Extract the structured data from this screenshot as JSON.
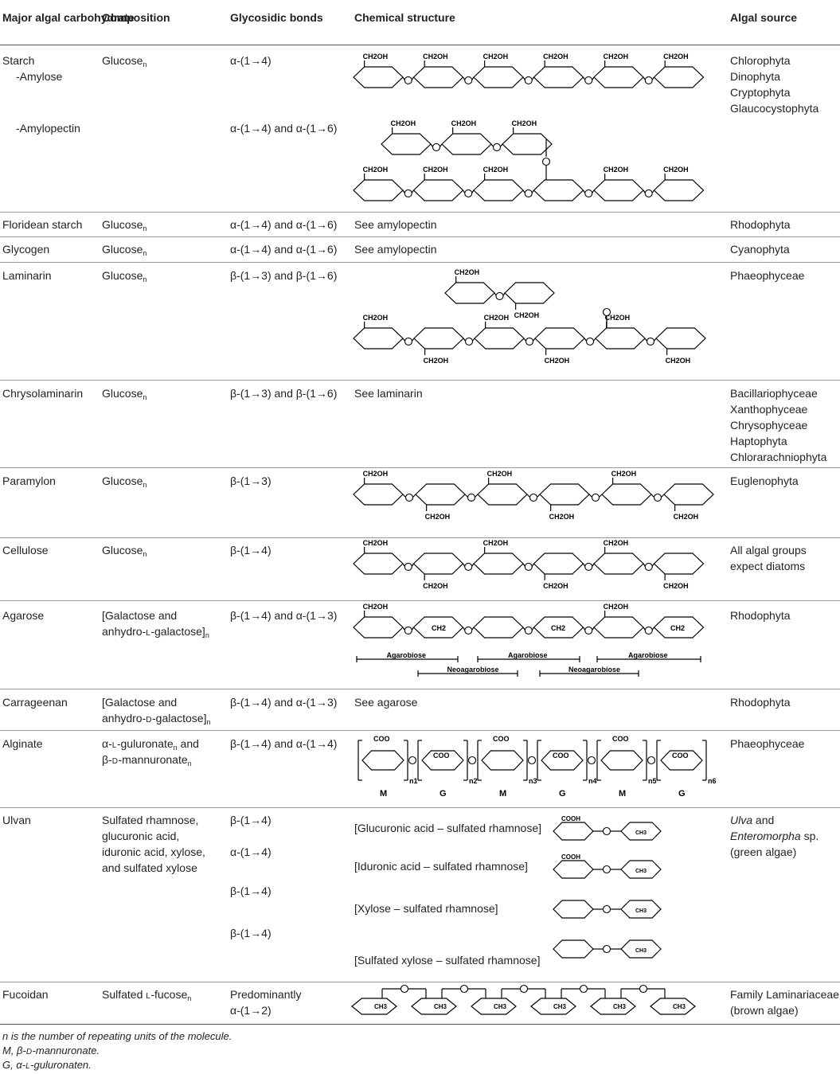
{
  "header": {
    "col1": "Major algal carbohydrate",
    "col2": "Composition",
    "col3": "Glycosidic bonds",
    "col4": "Chemical structure",
    "col5": "Algal source"
  },
  "rows": {
    "starch": {
      "name": "Starch",
      "amylose": "-Amylose",
      "amylopectin": "-Amylopectin",
      "composition_base": "Glucose",
      "composition_sub": "n",
      "bond_amylose": "α-(1→4)",
      "bond_amylopectin": "α-(1→4) and α-(1→6)",
      "sources": [
        "Chlorophyta",
        "Dinophyta",
        "Cryptophyta",
        "Glaucocystophyta"
      ]
    },
    "floridean": {
      "name": "Floridean starch",
      "composition_base": "Glucose",
      "composition_sub": "n",
      "bond": "α-(1→4) and α-(1→6)",
      "structure": "See amylopectin",
      "source": "Rhodophyta"
    },
    "glycogen": {
      "name": "Glycogen",
      "composition_base": "Glucose",
      "composition_sub": "n",
      "bond": "α-(1→4) and α-(1→6)",
      "structure": "See amylopectin",
      "source": "Cyanophyta"
    },
    "laminarin": {
      "name": "Laminarin",
      "composition_base": "Glucose",
      "composition_sub": "n",
      "bond": "β-(1→3) and β-(1→6)",
      "source": "Phaeophyceae"
    },
    "chrysolaminarin": {
      "name": "Chrysolaminarin",
      "composition_base": "Glucose",
      "composition_sub": "n",
      "bond": "β-(1→3) and β-(1→6)",
      "structure": "See laminarin",
      "sources": [
        "Bacillariophyceae",
        "Xanthophyceae",
        "Chrysophyceae",
        "Haptophyta",
        "Chlorarachniophyta"
      ]
    },
    "paramylon": {
      "name": "Paramylon",
      "composition_base": "Glucose",
      "composition_sub": "n",
      "bond": "β-(1→3)",
      "source": "Euglenophyta"
    },
    "cellulose": {
      "name": "Cellulose",
      "composition_base": "Glucose",
      "composition_sub": "n",
      "bond": "β-(1→4)",
      "sources": [
        "All algal groups",
        "expect diatoms"
      ]
    },
    "agarose": {
      "name": "Agarose",
      "composition_line1": "[Galactose and",
      "composition_line2_a": "anhydro-",
      "composition_line2_sc": "L",
      "composition_line2_b": "-galactose]",
      "composition_sub": "n",
      "bond": "β-(1→4) and α-(1→3)",
      "source": "Rhodophyta"
    },
    "carrageenan": {
      "name": "Carrageenan",
      "composition_line1": "[Galactose and",
      "composition_line2_a": "anhydro-",
      "composition_line2_sc": "D",
      "composition_line2_b": "-galactose]",
      "composition_sub": "n",
      "bond": "β-(1→4) and α-(1→3)",
      "structure": "See agarose",
      "source": "Rhodophyta"
    },
    "alginate": {
      "name": "Alginate",
      "comp1_a": "α-",
      "comp1_sc": "L",
      "comp1_b": "-guluronate",
      "comp1_sub": "n",
      "comp1_c": " and",
      "comp2_a": "β-",
      "comp2_sc": "D",
      "comp2_b": "-mannuronate",
      "comp2_sub": "n",
      "bond": "β-(1→4) and α-(1→4)",
      "source": "Phaeophyceae"
    },
    "ulvan": {
      "name": "Ulvan",
      "composition": [
        "Sulfated rhamnose,",
        "glucuronic acid,",
        "iduronic acid, xylose,",
        "and sulfated xylose"
      ],
      "bonds": [
        "β-(1→4)",
        "α-(1→4)",
        "β-(1→4)",
        "β-(1→4)"
      ],
      "structures": [
        "[Glucuronic acid – sulfated rhamnose]",
        "[Iduronic acid – sulfated rhamnose]",
        "[Xylose – sulfated rhamnose]",
        "[Sulfated xylose – sulfated rhamnose]"
      ],
      "source_italic_1": "Ulva",
      "source_1b": " and",
      "source_italic_2": "Enteromorpha",
      "source_2b": " sp.",
      "source_3": "(green algae)"
    },
    "fucoidan": {
      "name": "Fucoidan",
      "composition_a": "Sulfated ",
      "composition_sc": "L",
      "composition_b": "-fucose",
      "composition_sub": "n",
      "bond_1": "Predominantly",
      "bond_2": "α-(1→2)",
      "sources": [
        "Family Laminariaceae",
        "(brown algae)"
      ]
    }
  },
  "chem_labels": {
    "ch2oh": "CH2OH",
    "o": "O",
    "ch2": "CH2",
    "coo": "COO",
    "cooh": "COOH",
    "ch3": "CH3",
    "agarobiose": "Agarobiose",
    "neoagarobiose": "Neoagarobiose",
    "alginate_units": [
      "M",
      "G",
      "M",
      "G",
      "M",
      "G"
    ],
    "alginate_n": [
      "n1",
      "n2",
      "n3",
      "n4",
      "n5",
      "n6"
    ]
  },
  "footnotes": {
    "line1": "n is the number of repeating units of the molecule.",
    "line2_a": "M, β-",
    "line2_sc": "D",
    "line2_b": "-mannuronate.",
    "line3_a": "G, α-",
    "line3_sc": "L",
    "line3_b": "-guluronaten."
  }
}
